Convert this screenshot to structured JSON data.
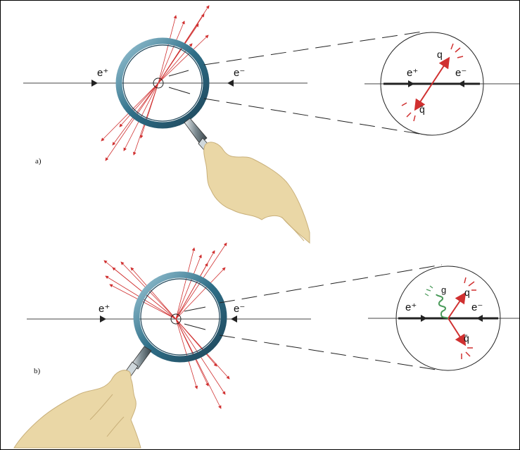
{
  "panels": [
    {
      "label": "a)",
      "beam_left": "e⁺",
      "beam_right": "e⁻",
      "inset": {
        "quark": "q",
        "antiquark": "q̄",
        "beam_left": "e⁺",
        "beam_right": "e⁻"
      }
    },
    {
      "label": "b)",
      "beam_left": "e⁺",
      "beam_right": "e⁻",
      "inset": {
        "quark": "q",
        "antiquark": "q̄",
        "gluon": "g",
        "beam_left": "e⁺",
        "beam_right": "e⁻"
      }
    }
  ],
  "colors": {
    "beam": "#444444",
    "track": "#d03030",
    "lens_rim": "#2f6f88",
    "gluon": "#4a9a5a",
    "hand": "#ead7a6"
  }
}
